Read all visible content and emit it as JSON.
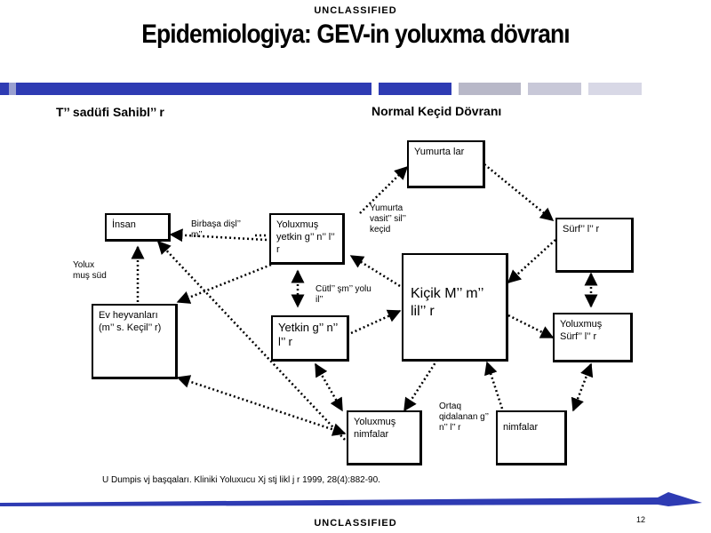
{
  "header": {
    "classification_top": "UNCLASSIFIED",
    "title": "Epidemiologiya: GEV-in yoluxma dövranı",
    "classification_bottom": "UNCLASSIFIED",
    "page_number": "12"
  },
  "colors": {
    "bar_blue": "#2e3bb3",
    "bar_grey": "#b8b8c8",
    "bar_light": "#d8d8e6",
    "arrow": "#000000"
  },
  "diagram": {
    "left_heading": "T’’ sadüfi Sahibl’’ r",
    "right_heading": "Normal Keçid Dövranı",
    "nodes": {
      "insan": "İnsan",
      "ev_heyvanlari": "Ev heyvanları (m’’ s. Keçil’’ r)",
      "yoluxmus_yetkin": "Yoluxmuş yetkin g’’ n’’ l’’ r",
      "yumurtalar": "Yumurta lar",
      "surfler": "Sürf’’ l’’ r",
      "yoluxmus_surfler": "Yoluxmuş Sürf’’ l’’ r",
      "kicik_memeliler": "Kiçik M’’ m’’ lil’’ r",
      "yetkin_gener": "Yetkin g’’ n’’ l’’ r",
      "yoluxmus_nimfalar": "Yoluxmuş nimfalar",
      "nimfalar": "nimfalar"
    },
    "edge_labels": {
      "birbasa": "Birbaşa dişl’’ m’’",
      "yoluxmus_sud": "Yolux muş süd",
      "yumurta_vasitesile": "Yumurta vasit’’ sil’’ keçid",
      "cutlesme": "Cütl’’ şm’’ yolu il’’",
      "ortaq_qidalanan": "Ortaq qidalanan g’’ n’’ l’’ r"
    }
  },
  "citation": "U Dumpis vj başqaları. Kliniki Yoluxucu Xj stj likl j r 1999, 28(4):882-90."
}
